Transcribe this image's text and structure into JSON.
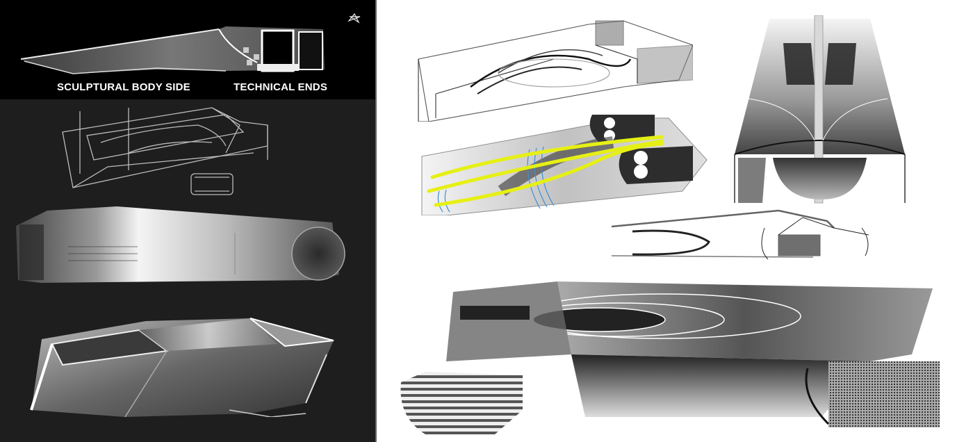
{
  "left_panel": {
    "header": {
      "label_left": "SCULPTURAL BODY SIDE",
      "label_right": "TECHNICAL ENDS",
      "signature_icon": "star-signature-icon"
    },
    "colors": {
      "header_bg": "#000000",
      "body_bg": "#1e1e1e",
      "divider": "#6a6a6a"
    },
    "sketches": [
      {
        "name": "side-view-sketch",
        "description": "chalk side view showing sculptural body and technical ends"
      },
      {
        "name": "wireframe-perspective-sketch",
        "description": "line wireframe perspective of vehicle with detached box"
      },
      {
        "name": "rendered-side-profile",
        "description": "grayscale rendered side profile with circular rear end"
      },
      {
        "name": "rendered-perspective",
        "description": "grayscale faceted perspective rendering"
      }
    ]
  },
  "right_panel": {
    "colors": {
      "bg": "#ffffff",
      "accent_flow": "#e6f014",
      "flow_lines": "#3a8fd8"
    },
    "sketches": [
      {
        "name": "pencil-perspective-sketch",
        "description": "pencil perspective of body with twin rear pods"
      },
      {
        "name": "airflow-diagram-sketch",
        "description": "perspective rendering with yellow airflow arrows and blue contour lines"
      },
      {
        "name": "rear-top-view-render",
        "description": "symmetric rear view with central spine and two seats"
      },
      {
        "name": "pencil-side-sketch",
        "description": "pencil side sketch with open cockpit"
      },
      {
        "name": "large-perspective-render",
        "description": "large grayscale render with elliptical contours, striped front end and mesh rear"
      }
    ]
  }
}
